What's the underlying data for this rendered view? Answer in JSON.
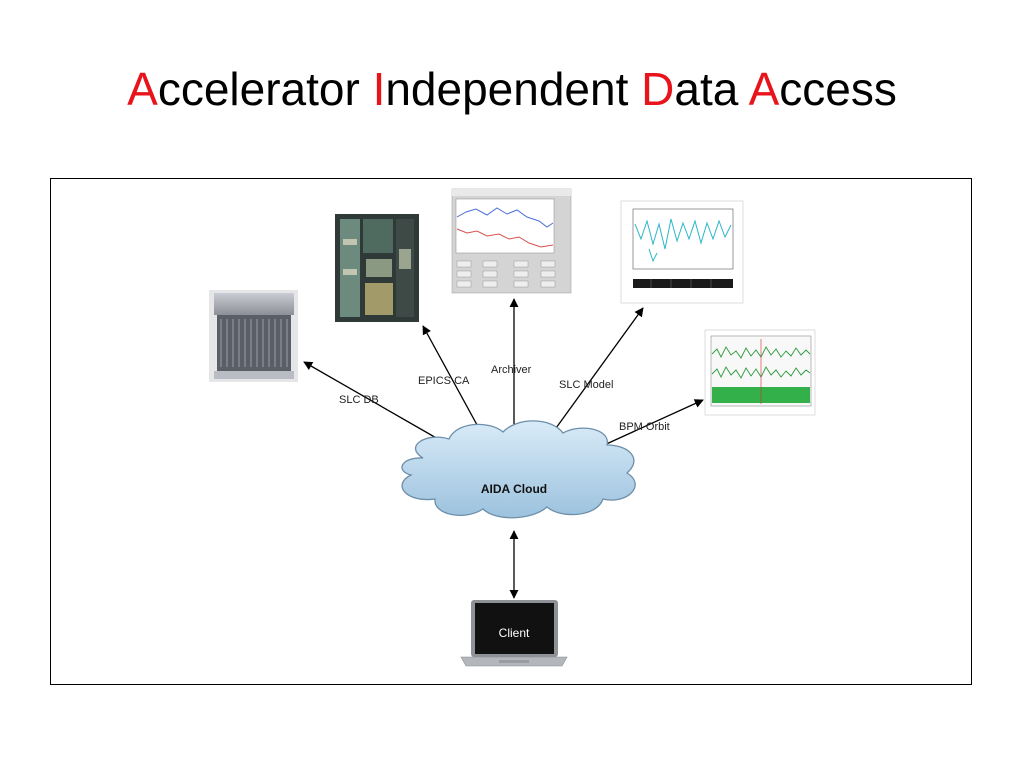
{
  "title": {
    "parts": [
      {
        "text": "A",
        "highlight": true
      },
      {
        "text": "ccelerator ",
        "highlight": false
      },
      {
        "text": "I",
        "highlight": true
      },
      {
        "text": "ndependent ",
        "highlight": false
      },
      {
        "text": "D",
        "highlight": true
      },
      {
        "text": "ata ",
        "highlight": false
      },
      {
        "text": "A",
        "highlight": true
      },
      {
        "text": "ccess",
        "highlight": false
      }
    ],
    "highlight_color": "#e8141b"
  },
  "diagram": {
    "center": "AIDA Cloud",
    "client": "Client",
    "edges": {
      "slc_db": "SLC DB",
      "epics_ca": "EPICS CA",
      "archiver": "Archiver",
      "slc_model": "SLC Model",
      "bpm_orbit": "BPM Orbit"
    }
  }
}
